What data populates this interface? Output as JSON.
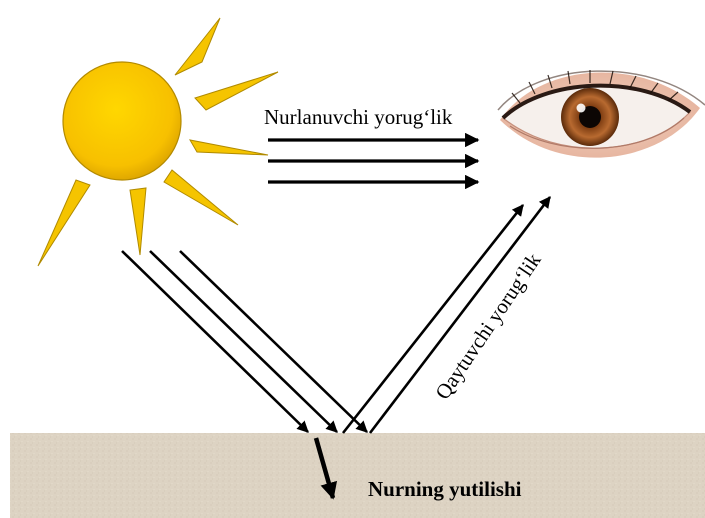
{
  "labels": {
    "emitted_light": "Nurlanuvchi yorug‘lik",
    "reflected_light": "Qaytuvchi yorug‘lik",
    "absorption": "Nurning yutilishi"
  },
  "colors": {
    "sun_fill": "#f9c300",
    "sun_edge": "#9a7a00",
    "ray_fill": "#f5c400",
    "ground": "#ddd3c3",
    "arrows": "#000000",
    "iris": "#a0521f"
  },
  "icons": {
    "sun": "sun-icon",
    "eye": "eye-icon"
  }
}
